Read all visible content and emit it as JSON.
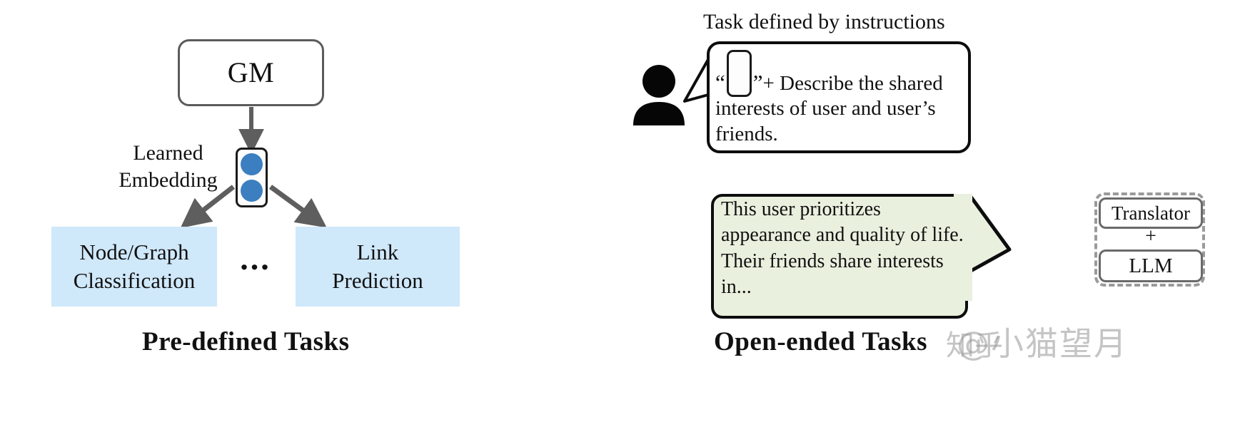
{
  "left_panel": {
    "model_box": {
      "label": "GM"
    },
    "embedding_label": "Learned\nEmbedding",
    "embedding_label_line1": "Learned",
    "embedding_label_line2": "Embedding",
    "tasks": [
      {
        "label_line1": "Node/Graph",
        "label_line2": "Classification"
      },
      {
        "label_line1": "Link",
        "label_line2": "Prediction"
      }
    ],
    "ellipsis": "...",
    "caption": "Pre-defined Tasks"
  },
  "right_panel": {
    "instructions_title": "Task defined by instructions",
    "prompt": {
      "quote_open": "“",
      "quote_close": "”",
      "text": "+ Describe the shared interests of user and user’s friends."
    },
    "answer": {
      "text": "This user prioritizes appearance and quality of life. Their friends share interests in..."
    },
    "engine": {
      "translator_label": "Translator",
      "plus_label": "+",
      "llm_label": "LLM"
    },
    "caption": "Open-ended Tasks"
  },
  "watermark": {
    "text": "@小猫望月",
    "site": "知乎"
  },
  "colors": {
    "task_box_fill": "#cfe8fa",
    "answer_bubble_fill": "#eaf0de",
    "token_dot": "#3c7fc0",
    "box_stroke": "#5b5b5b",
    "arrow": "#5e5e5e",
    "dashed_stroke": "#9a9a9a"
  }
}
